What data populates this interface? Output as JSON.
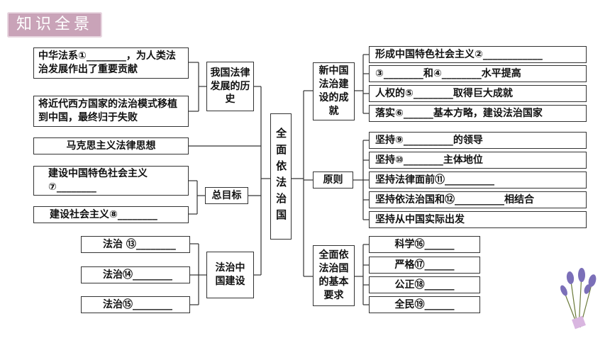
{
  "header": {
    "title": "知识全景"
  },
  "center": "全面依法治国",
  "left": {
    "history": {
      "label": "我国法律发展的历史",
      "items": [
        "中华法系①________，为人类法治发展作出了重要贡献",
        "将近代西方国家的法治模式移植到中国，最终归于失败"
      ]
    },
    "marxism": "马克思主义法律思想",
    "goal": {
      "label": "总目标",
      "items": [
        "建设中国特色社会主义⑦________",
        "建设社会主义⑧________"
      ]
    },
    "rule_of_law": {
      "label": "法治中国建设",
      "items": [
        "法治 ⑬________",
        "法治⑭________",
        "法治⑮________"
      ]
    }
  },
  "right": {
    "achievements": {
      "label": "新中国法治建设的成就",
      "items": [
        "形成中国特色社会主义②____________",
        "③________和④________水平提高",
        "人权的⑤________取得巨大成就",
        "落实⑥______基本方略，建设法治国家"
      ]
    },
    "principles": {
      "label": "原则",
      "items": [
        "坚持⑨__________的领导",
        "坚持⑩________主体地位",
        "坚持法律面前⑪__________",
        "坚持依法治国和⑫__________相结合",
        "坚持从中国实际出发"
      ]
    },
    "requirements": {
      "label": "全面依法治国的基本要求",
      "items": [
        "科学⑯______",
        "严格⑰______",
        "公正⑱______",
        "全民⑲______"
      ]
    }
  },
  "colors": {
    "title_bg": "#c9a3b8",
    "line": "#333333"
  }
}
